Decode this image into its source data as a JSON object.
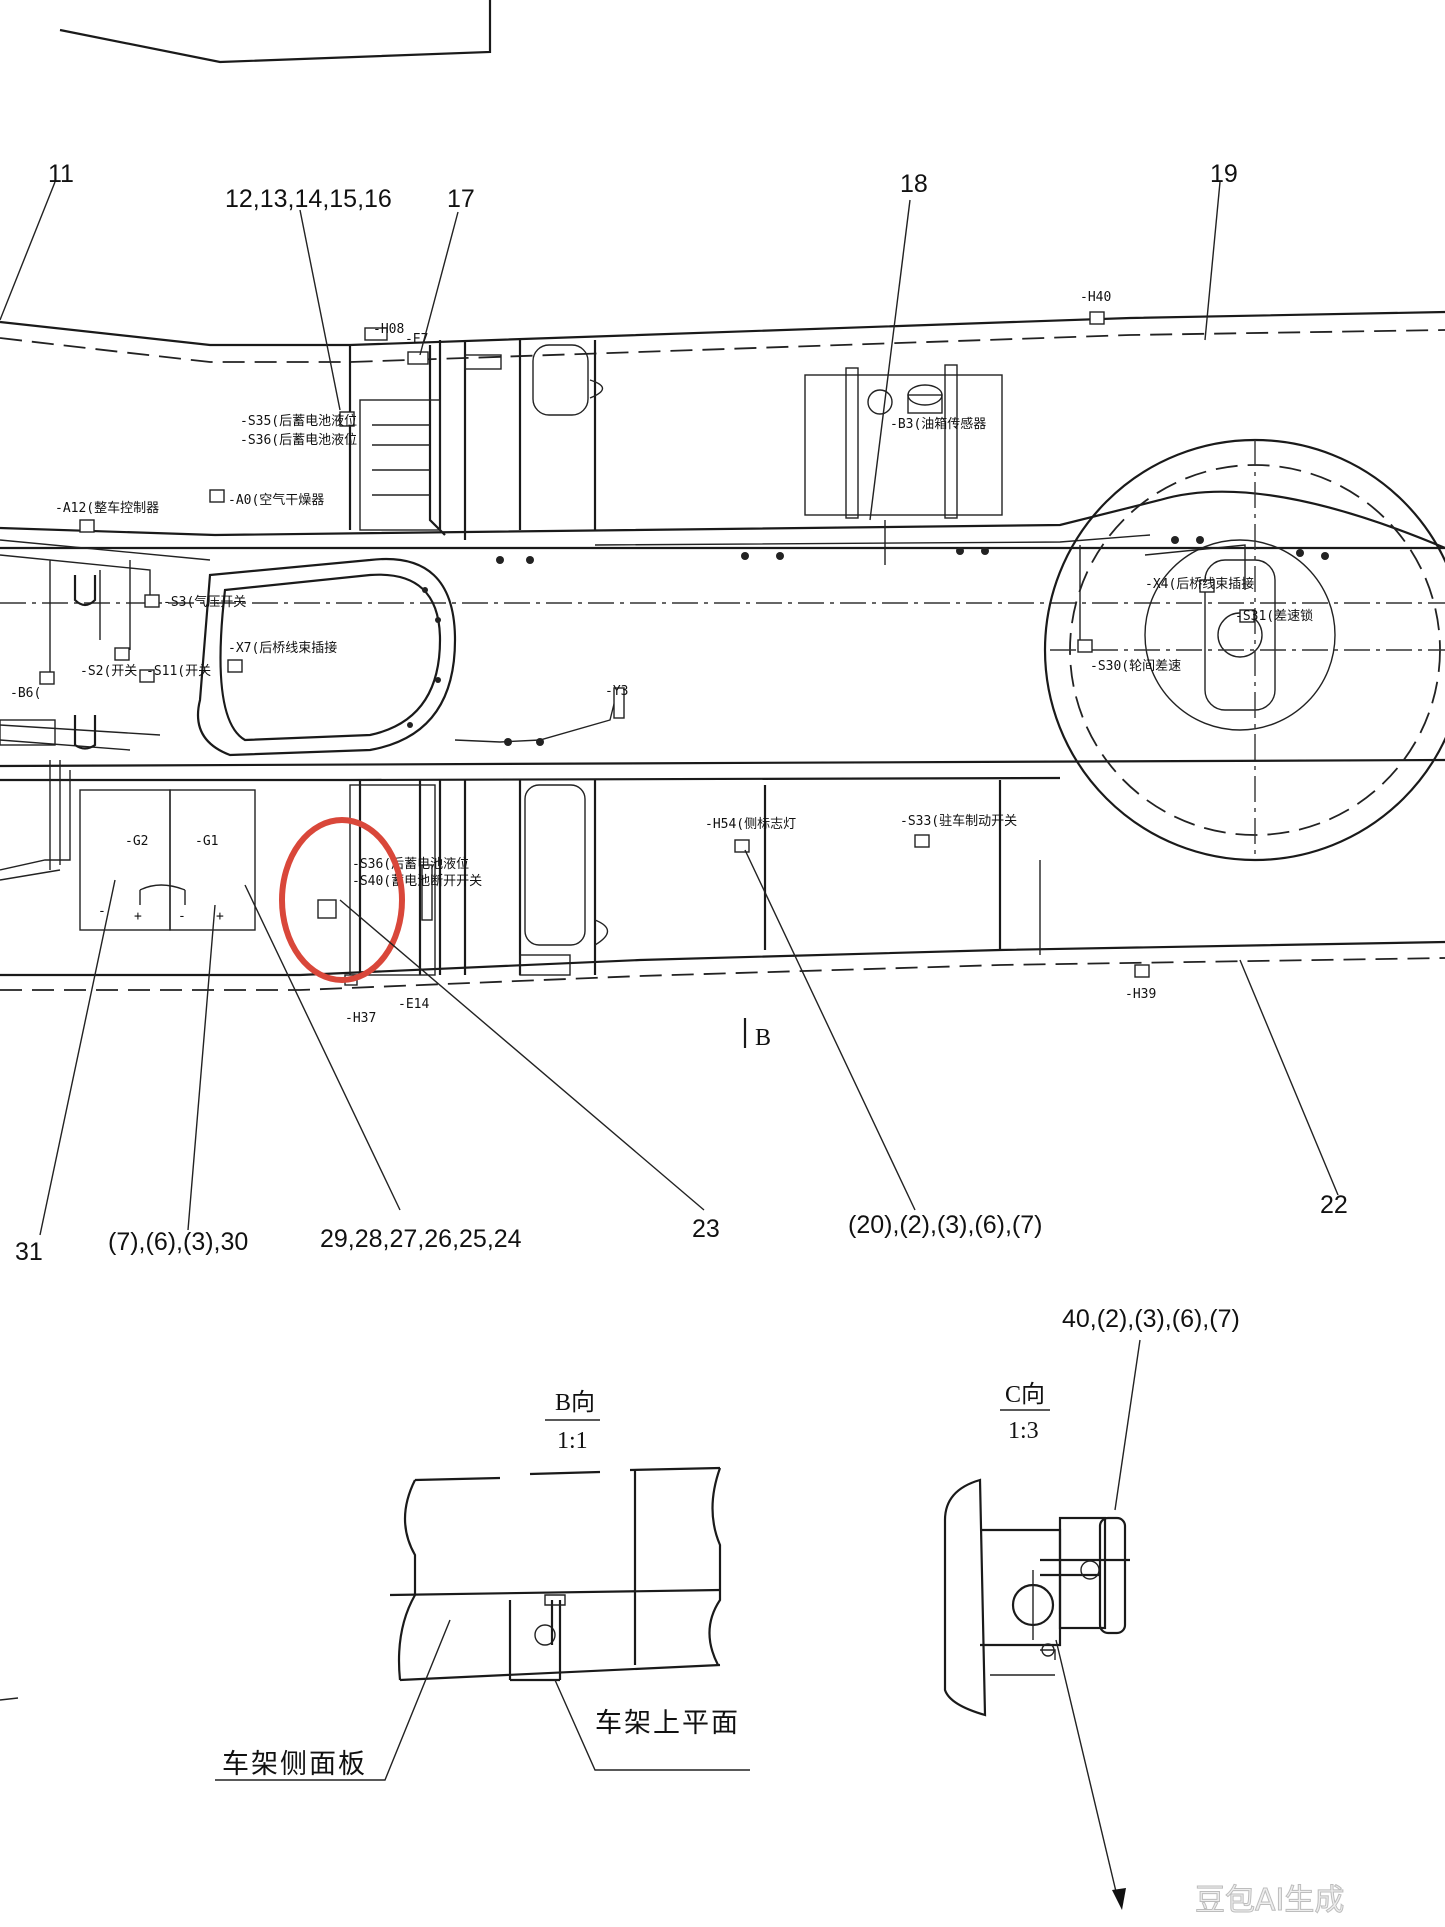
{
  "callouts": {
    "n11": "11",
    "n12_16": "12,13,14,15,16",
    "n17": "17",
    "n18": "18",
    "n19": "19",
    "n22": "22",
    "n23": "23",
    "n31": "31",
    "n30": "(7),(6),(3),30",
    "n24_29": "29,28,27,26,25,24",
    "n20": "(20),(2),(3),(6),(7)",
    "n40": "40,(2),(3),(6),(7)"
  },
  "tags": {
    "s35": "-S35(后蓄电池液位",
    "s36_top": "-S36(后蓄电池液位",
    "a0": "-A0(空气干燥器",
    "a12": "-A12(整车控制器",
    "h08": "-H08",
    "e7": "-E7",
    "b3": "-B3(油箱传感器",
    "s3": "-S3(气压开关",
    "s2": "-S2(开关",
    "s11": "-S11(开关",
    "b6": "-B6(",
    "x7": "-X7(后桥线束插接",
    "y3": "-Y3",
    "h40": "-H40",
    "x4": "-X4(后桥线束插接",
    "s31": "-S31(差速锁",
    "s30": "-S30(轮间差速",
    "g2": "-G2",
    "g1": "-G1",
    "s36": "-S36(后蓄电池液位",
    "s40": "-S40(蓄电池断开开关",
    "h37": "-H37",
    "e14": "-E14",
    "h54": "-H54(侧标志灯",
    "s33": "-S33(驻车制动开关",
    "h39": "-H39",
    "b_marker": "B",
    "plus": "+",
    "minus": "-"
  },
  "section_b": {
    "title": "B向",
    "scale": "1:1"
  },
  "section_c": {
    "title": "C向",
    "scale": "1:3"
  },
  "labels": {
    "side_panel": "车架侧面板",
    "top_plane": "车架上平面"
  },
  "watermark": "豆包AI生成",
  "colors": {
    "ink": "#1a1a1a",
    "highlight": "#d9473a",
    "paper": "#ffffff"
  }
}
